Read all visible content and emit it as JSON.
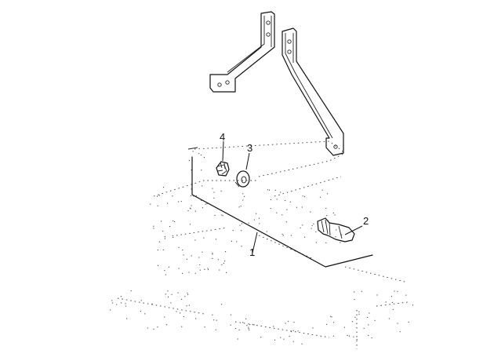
{
  "callouts": [
    {
      "number": "1",
      "part": "frame-panel"
    },
    {
      "number": "2",
      "part": "bolt"
    },
    {
      "number": "3",
      "part": "washer"
    },
    {
      "number": "4",
      "part": "nut"
    }
  ]
}
